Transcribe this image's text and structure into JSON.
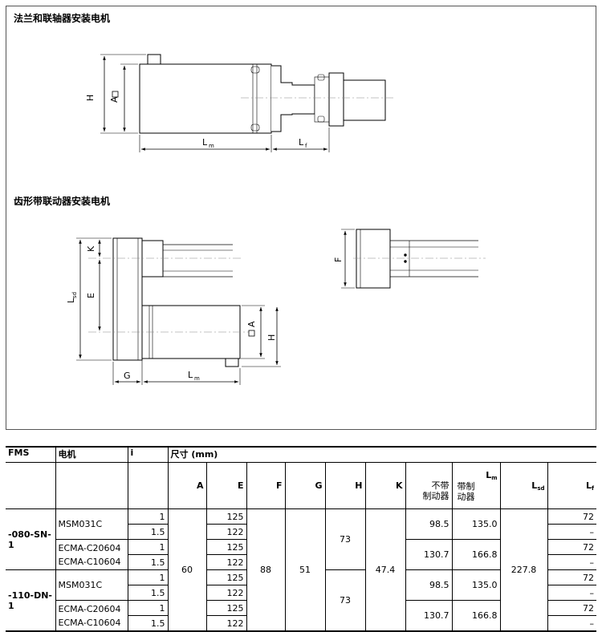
{
  "titles": {
    "flange": "法兰和联轴器安装电机",
    "belt": "齿形带联动器安装电机"
  },
  "dim_labels": {
    "H": "H",
    "A": "A",
    "L": "L",
    "m": "m",
    "f": "f",
    "K": "K",
    "E": "E",
    "sd": "sd",
    "G": "G",
    "F": "F"
  },
  "table": {
    "headers": {
      "fms": "FMS",
      "motor": "电机",
      "i": "i",
      "dims": "尺寸 (mm)",
      "A": "A",
      "E": "E",
      "F": "F",
      "G": "G",
      "H": "H",
      "K": "K",
      "Lm_L": "L",
      "Lm_sub": "m",
      "Lm_no_brake_1": "不带",
      "Lm_no_brake_2": "制动器",
      "Lm_brake_1": "带制",
      "Lm_brake_2": "动器",
      "Lsd_L": "L",
      "Lsd_sub": "sd",
      "Lf_L": "L",
      "Lf_sub": "f"
    },
    "groups": [
      {
        "fms": "-080-SN-1",
        "motors": [
          {
            "name_lines": [
              "MSM031C"
            ],
            "i": [
              "1",
              "1.5"
            ],
            "E": [
              "125",
              "122"
            ],
            "Lm_no_brake": "98.5",
            "Lm_brake": "135.0",
            "Lf": [
              "72",
              "–"
            ]
          },
          {
            "name_lines": [
              "ECMA-C20604",
              "ECMA-C10604"
            ],
            "i": [
              "1",
              "1.5"
            ],
            "E": [
              "125",
              "122"
            ],
            "Lm_no_brake": "130.7",
            "Lm_brake": "166.8",
            "Lf": [
              "72",
              "–"
            ]
          }
        ],
        "H": "73"
      },
      {
        "fms": "-110-DN-1",
        "motors": [
          {
            "name_lines": [
              "MSM031C"
            ],
            "i": [
              "1",
              "1.5"
            ],
            "E": [
              "125",
              "122"
            ],
            "Lm_no_brake": "98.5",
            "Lm_brake": "135.0",
            "Lf": [
              "72",
              "–"
            ]
          },
          {
            "name_lines": [
              "ECMA-C20604",
              "ECMA-C10604"
            ],
            "i": [
              "1",
              "1.5"
            ],
            "E": [
              "125",
              "122"
            ],
            "Lm_no_brake": "130.7",
            "Lm_brake": "166.8",
            "Lf": [
              "72",
              "–"
            ]
          }
        ],
        "H": "73"
      }
    ],
    "shared": {
      "A": "60",
      "F": "88",
      "G": "51",
      "K": "47.4",
      "Lsd": "227.8"
    }
  }
}
